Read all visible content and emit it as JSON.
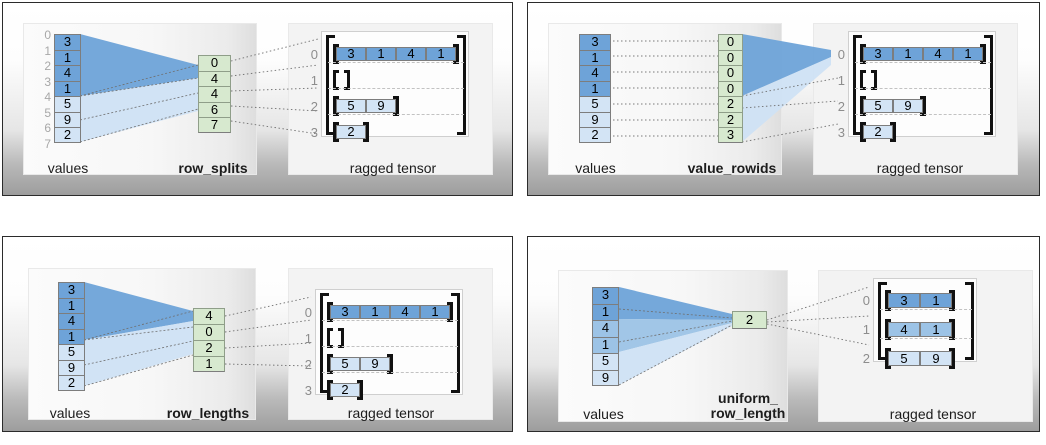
{
  "colors": {
    "blue_dark": "#6ea3d8",
    "blue_mid": "#9cc3e6",
    "blue_light": "#d3e4f5",
    "green": "#d7e9cf",
    "bracket": "#111111",
    "index_gray": "#a8a8a8",
    "panel_border": "#2b2b2b"
  },
  "panels": [
    {
      "id": "row_splits",
      "values_label": "values",
      "encoding_label": "row_splits",
      "tensor_label": "ragged tensor",
      "values": [
        "3",
        "1",
        "4",
        "1",
        "5",
        "9",
        "2"
      ],
      "value_shades": [
        "dark",
        "dark",
        "dark",
        "dark",
        "light",
        "light",
        "light"
      ],
      "value_indices": [
        "0",
        "1",
        "2",
        "3",
        "4",
        "5",
        "6",
        "7"
      ],
      "encoding": [
        "0",
        "4",
        "4",
        "6",
        "7"
      ],
      "tensor_rows": [
        {
          "index": "0",
          "cells": [
            "3",
            "1",
            "4",
            "1"
          ],
          "shade": "dark"
        },
        {
          "index": "1",
          "cells": [],
          "shade": "dark"
        },
        {
          "index": "2",
          "cells": [
            "5",
            "9"
          ],
          "shade": "light"
        },
        {
          "index": "3",
          "cells": [
            "2"
          ],
          "shade": "light"
        }
      ]
    },
    {
      "id": "value_rowids",
      "values_label": "values",
      "encoding_label": "value_rowids",
      "tensor_label": "ragged tensor",
      "values": [
        "3",
        "1",
        "4",
        "1",
        "5",
        "9",
        "2"
      ],
      "value_shades": [
        "dark",
        "dark",
        "dark",
        "dark",
        "light",
        "light",
        "light"
      ],
      "value_indices": [],
      "encoding": [
        "0",
        "0",
        "0",
        "0",
        "2",
        "2",
        "3"
      ],
      "tensor_rows": [
        {
          "index": "0",
          "cells": [
            "3",
            "1",
            "4",
            "1"
          ],
          "shade": "dark"
        },
        {
          "index": "1",
          "cells": [],
          "shade": "dark"
        },
        {
          "index": "2",
          "cells": [
            "5",
            "9"
          ],
          "shade": "light"
        },
        {
          "index": "3",
          "cells": [
            "2"
          ],
          "shade": "light"
        }
      ]
    },
    {
      "id": "row_lengths",
      "values_label": "values",
      "encoding_label": "row_lengths",
      "tensor_label": "ragged tensor",
      "values": [
        "3",
        "1",
        "4",
        "1",
        "5",
        "9",
        "2"
      ],
      "value_shades": [
        "dark",
        "dark",
        "dark",
        "dark",
        "light",
        "light",
        "light"
      ],
      "value_indices": [],
      "encoding": [
        "4",
        "0",
        "2",
        "1"
      ],
      "tensor_rows": [
        {
          "index": "0",
          "cells": [
            "3",
            "1",
            "4",
            "1"
          ],
          "shade": "dark"
        },
        {
          "index": "1",
          "cells": [],
          "shade": "dark"
        },
        {
          "index": "2",
          "cells": [
            "5",
            "9"
          ],
          "shade": "light"
        },
        {
          "index": "3",
          "cells": [
            "2"
          ],
          "shade": "light"
        }
      ]
    },
    {
      "id": "uniform_row_length",
      "values_label": "values",
      "encoding_label": "uniform_\nrow_length",
      "tensor_label": "ragged tensor",
      "values": [
        "3",
        "1",
        "4",
        "1",
        "5",
        "9"
      ],
      "value_shades": [
        "dark",
        "dark",
        "mid",
        "mid",
        "light",
        "light"
      ],
      "value_indices": [],
      "encoding": [
        "2"
      ],
      "tensor_rows": [
        {
          "index": "0",
          "cells": [
            "3",
            "1"
          ],
          "shade": "dark"
        },
        {
          "index": "1",
          "cells": [
            "4",
            "1"
          ],
          "shade": "mid"
        },
        {
          "index": "2",
          "cells": [
            "5",
            "9"
          ],
          "shade": "light"
        }
      ]
    }
  ]
}
